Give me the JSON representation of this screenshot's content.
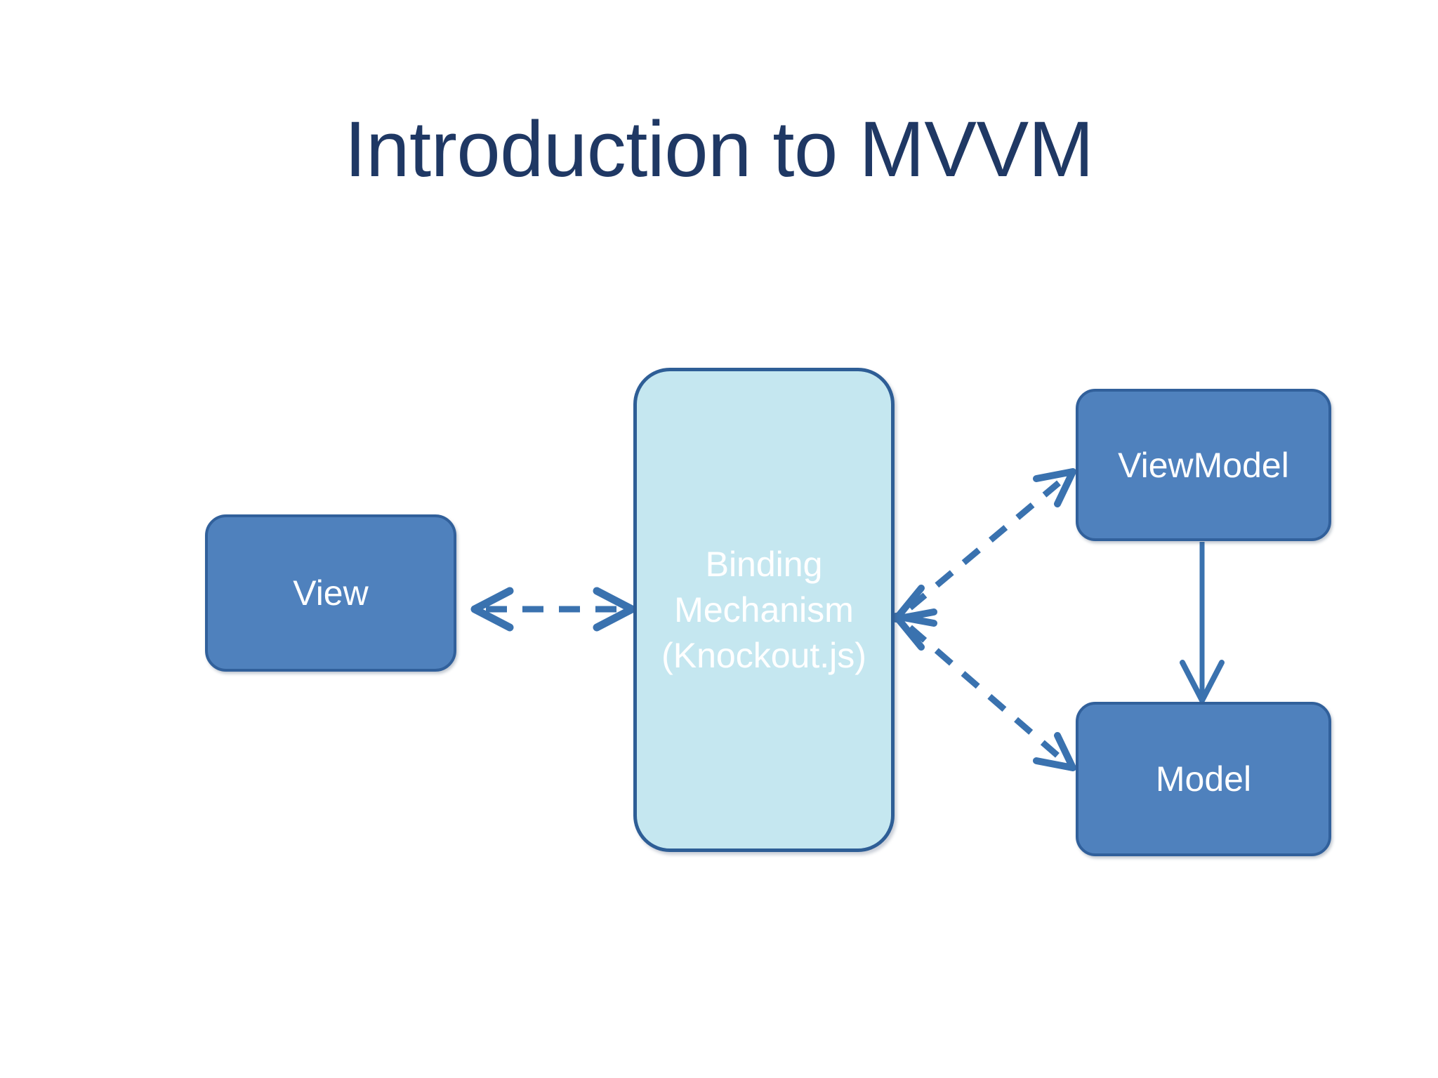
{
  "slide": {
    "title": "Introduction to MVVM",
    "background_color": "#FFFFFF",
    "title_color": "#1F3864"
  },
  "palette": {
    "node_fill": "#4F81BD",
    "node_border": "#31609B",
    "binding_fill": "#C5E7F0",
    "binding_border": "#2E5E96",
    "connector": "#3A72AF",
    "node_text": "#FFFFFF"
  },
  "diagram": {
    "type": "block-diagram",
    "nodes": [
      {
        "id": "view",
        "label": "View",
        "shape": "rounded-rectangle",
        "fill": "#4F81BD",
        "border": "#31609B",
        "text_color": "#FFFFFF"
      },
      {
        "id": "binding",
        "label": "Binding\nMechanism\n(Knockout.js)",
        "shape": "rounded-rectangle",
        "fill": "#C5E7F0",
        "border": "#2E5E96",
        "text_color": "#FFFFFF"
      },
      {
        "id": "viewmodel",
        "label": "ViewModel",
        "shape": "rounded-rectangle",
        "fill": "#4F81BD",
        "border": "#31609B",
        "text_color": "#FFFFFF"
      },
      {
        "id": "model",
        "label": "Model",
        "shape": "rounded-rectangle",
        "fill": "#4F81BD",
        "border": "#31609B",
        "text_color": "#FFFFFF"
      }
    ],
    "connectors": [
      {
        "id": "view-binding",
        "from": "view",
        "to": "binding",
        "style": "dashed",
        "arrowheads": "both",
        "color": "#3A72AF"
      },
      {
        "id": "viewmodel-binding",
        "from": "viewmodel",
        "to": "binding",
        "style": "dashed",
        "arrowheads": "both",
        "color": "#3A72AF"
      },
      {
        "id": "binding-model",
        "from": "binding",
        "to": "model",
        "style": "dashed",
        "arrowheads": "both",
        "color": "#3A72AF"
      },
      {
        "id": "viewmodel-model",
        "from": "viewmodel",
        "to": "model",
        "style": "solid",
        "arrowheads": "end",
        "color": "#3A72AF"
      }
    ]
  }
}
